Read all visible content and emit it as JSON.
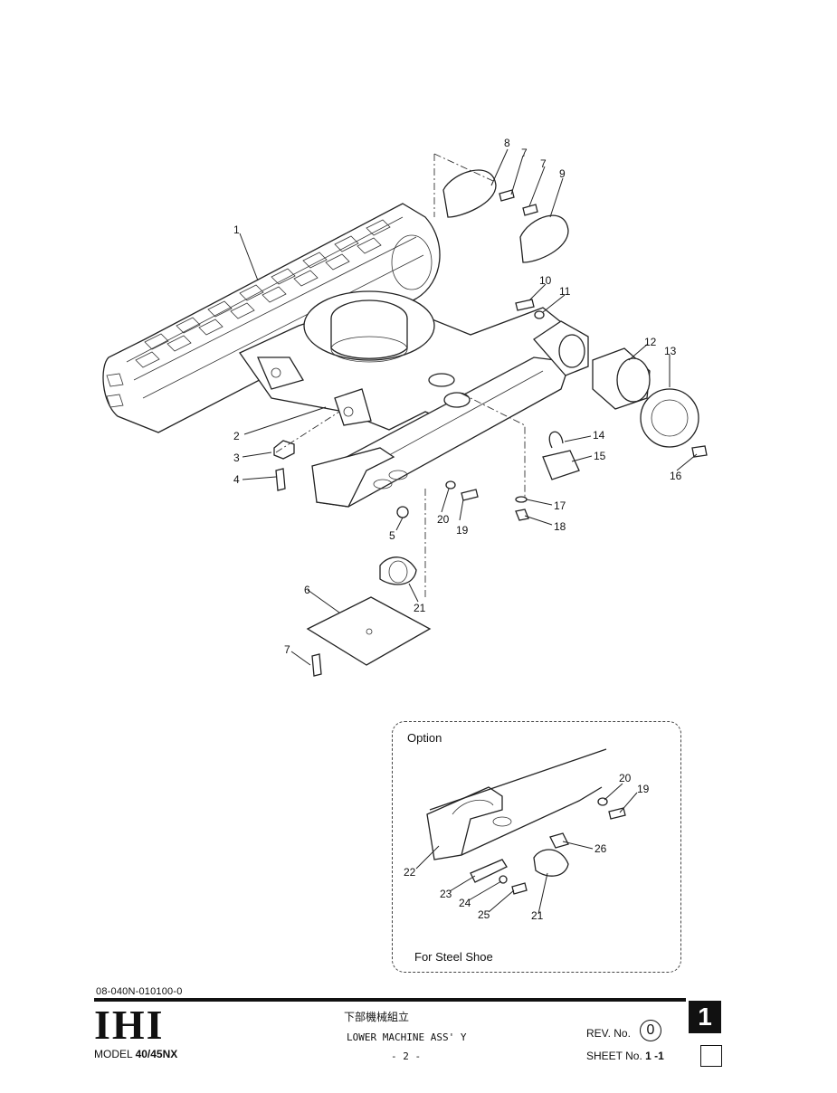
{
  "callouts": {
    "c1": "1",
    "c2": "2",
    "c3": "3",
    "c4": "4",
    "c5": "5",
    "c6": "6",
    "c7a": "7",
    "c7b": "7",
    "c7c": "7",
    "c8": "8",
    "c9": "9",
    "c10": "10",
    "c11": "11",
    "c12": "12",
    "c13": "13",
    "c14": "14",
    "c15": "15",
    "c16": "16",
    "c17": "17",
    "c18": "18",
    "c19": "19",
    "c20": "20",
    "c21": "21"
  },
  "option": {
    "title": "Option",
    "note": "For Steel Shoe",
    "callouts": {
      "c20": "20",
      "c19": "19",
      "c26": "26",
      "c22": "22",
      "c23": "23",
      "c24": "24",
      "c25": "25",
      "c21": "21"
    }
  },
  "footer": {
    "doc_number": "08-040N-010100-0",
    "logo": "IHI",
    "model_prefix": "MODEL ",
    "model_value": "40/45NX",
    "title_jp": "下部機械組立",
    "title_en": "LOWER MACHINE ASS' Y",
    "page": "- 2 -",
    "rev_label": "REV. No.",
    "rev_value": "0",
    "sheet_label": "SHEET No. ",
    "sheet_value": "1 -1",
    "section_number": "1"
  }
}
